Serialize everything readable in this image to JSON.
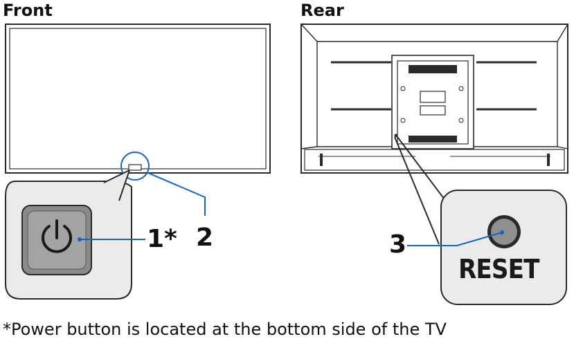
{
  "titles": {
    "front": "Front",
    "rear": "Rear"
  },
  "callouts": {
    "power": "1*",
    "indicator": "2",
    "reset": "3"
  },
  "reset_button_label": "RESET",
  "footnote": "*Power button is located at the bottom side of the TV",
  "colors": {
    "leader_line": "#1565c0",
    "outline": "#2a2a2a",
    "inset_fill": "#ebebeb",
    "button_fill": "#9a9a9a"
  },
  "icons": {
    "power": "power-icon"
  }
}
